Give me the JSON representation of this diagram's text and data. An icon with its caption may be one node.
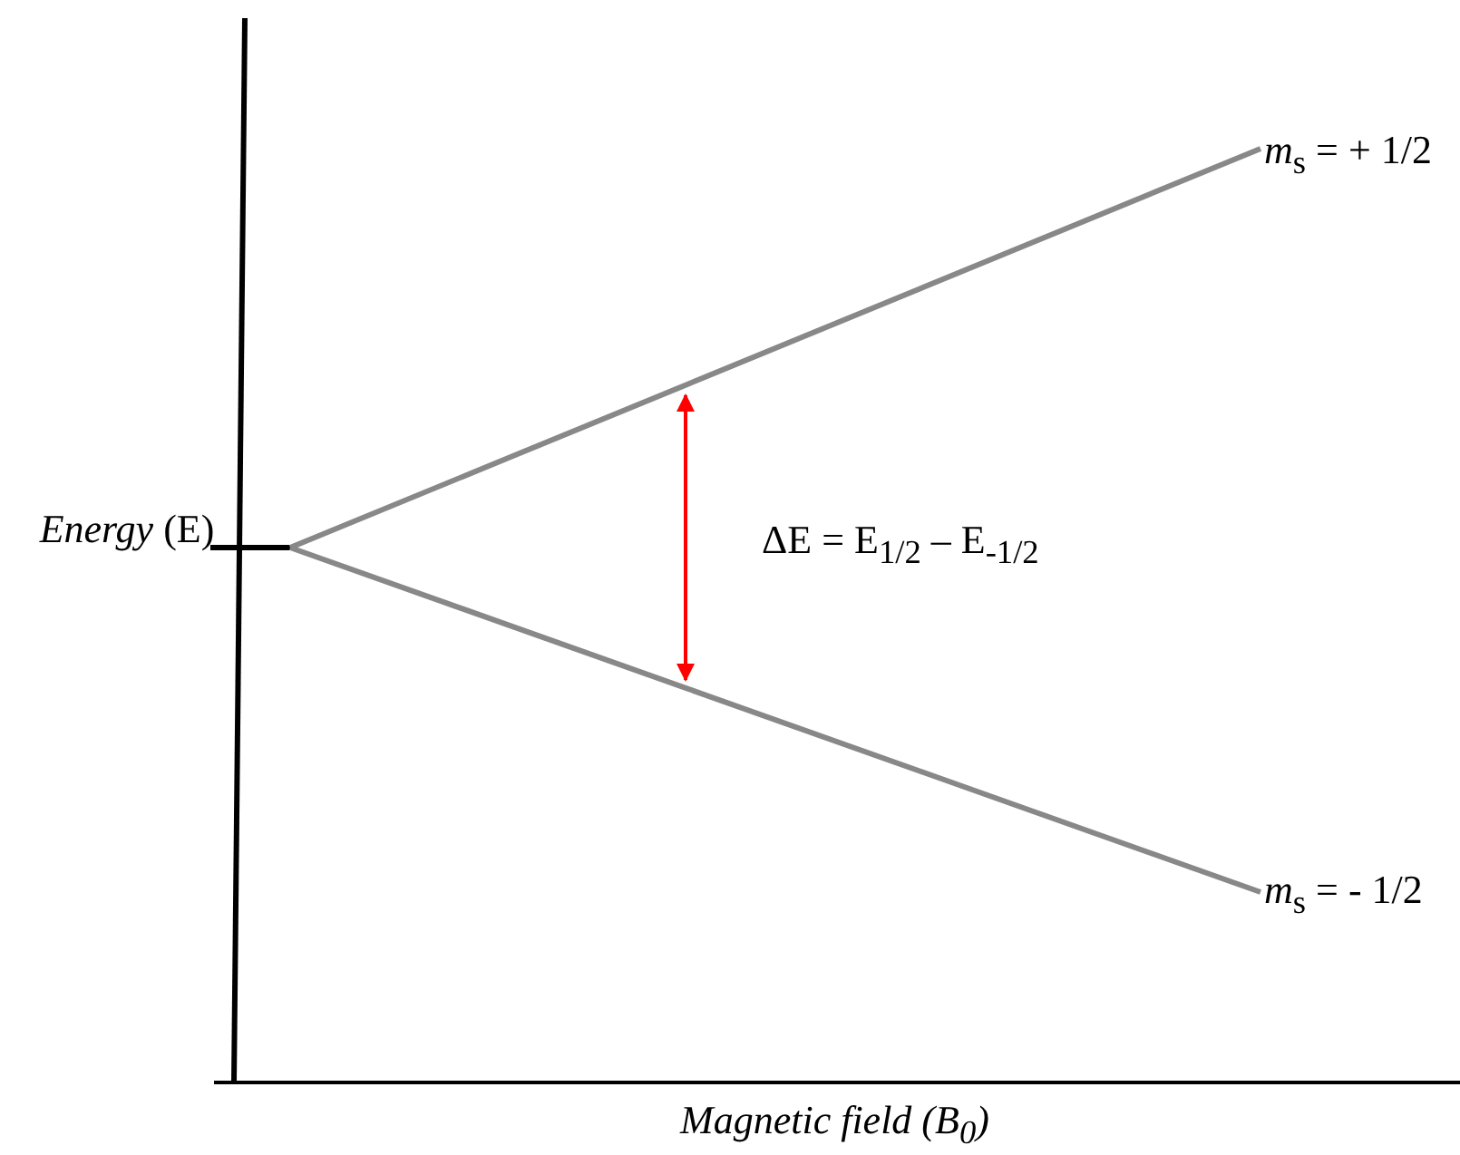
{
  "diagram": {
    "labels": [
      "*Energy* (E)",
      "*m*$_{s}$ = + 1/2",
      "ΔE = E$_{1/2}$ – E$_{-1/2}$",
      "*m*$_{s}$ = - 1/2",
      "Magnetic field (B$_{0}$)"
    ]
  }
}
